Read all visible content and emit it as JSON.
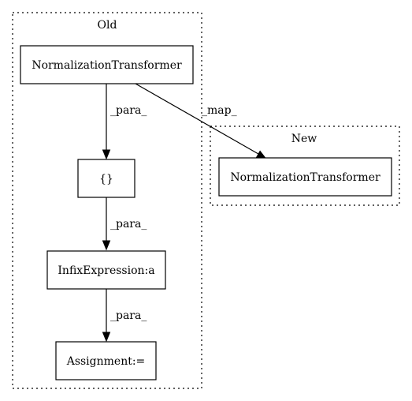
{
  "clusters": {
    "old": {
      "label": "Old"
    },
    "new": {
      "label": "New"
    }
  },
  "nodes": {
    "old_normalization": {
      "label": "NormalizationTransformer"
    },
    "braces": {
      "label": "{}"
    },
    "infix": {
      "label": "InfixExpression:a"
    },
    "assignment": {
      "label": "Assignment:="
    },
    "new_normalization": {
      "label": "NormalizationTransformer"
    }
  },
  "edges": {
    "norm_to_braces": {
      "label": "_para_"
    },
    "braces_to_infix": {
      "label": "_para_"
    },
    "infix_to_assignment": {
      "label": "_para_"
    },
    "map": {
      "label": "_map_"
    }
  }
}
